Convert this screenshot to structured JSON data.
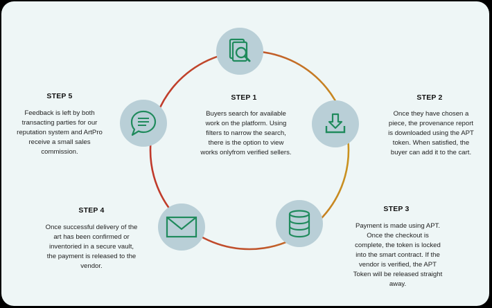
{
  "steps": [
    {
      "title": "STEP 1",
      "lines": [
        "Buyers search for available",
        "work on the platform. Using",
        "filters to narrow the search,",
        "there is the option to view",
        "works onlyfrom verified sellers."
      ],
      "icon": "document-search-icon"
    },
    {
      "title": "STEP 2",
      "lines": [
        "Once they have chosen a",
        "piece, the provenance report",
        "is downloaded using the APT",
        "token. When satisfied, the",
        "buyer can add it to the cart."
      ],
      "icon": "download-icon"
    },
    {
      "title": "STEP 3",
      "lines": [
        "Payment is made using APT.",
        "Once the checkout is",
        "complete, the token is locked",
        "into the smart contract. If the",
        "vendor is verified, the APT",
        "Token will be released straight",
        "away."
      ],
      "icon": "database-icon"
    },
    {
      "title": "STEP 4",
      "lines": [
        "Once successful delivery of the",
        "art has been confirmed or",
        "inventoried in a secure vault,",
        "the payment is released to the",
        "vendor."
      ],
      "icon": "envelope-icon"
    },
    {
      "title": "STEP 5",
      "lines": [
        "Feedback is left by both",
        "transacting parties for our",
        "reputation system and ArtPro",
        "receive a small sales",
        "commission."
      ],
      "icon": "chat-bubble-icon"
    }
  ],
  "colors": {
    "background": "#eef6f6",
    "node": "#b9cfd7",
    "icon": "#1f8a5c",
    "ring_red": "#c0392b",
    "ring_gold": "#c9921f"
  }
}
